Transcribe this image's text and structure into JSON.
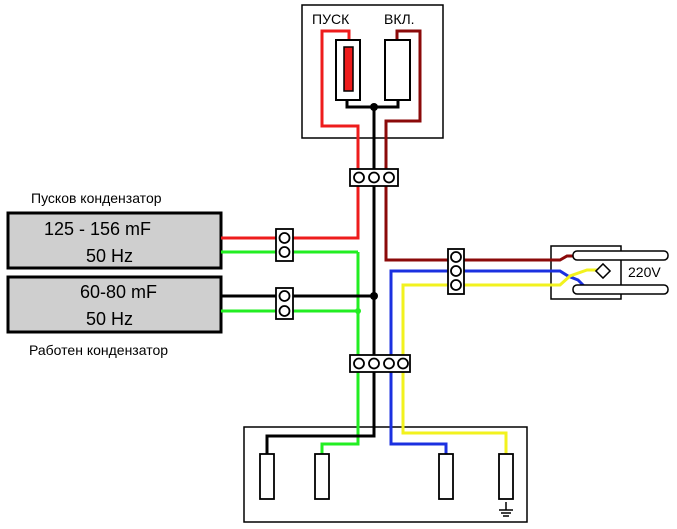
{
  "switch": {
    "start_label": "ПУСК",
    "on_label": "ВКЛ."
  },
  "capacitors": {
    "start": {
      "title": "Пусков кондензатор",
      "capacitance": "125 - 156 mF",
      "frequency": "50 Hz"
    },
    "run": {
      "title": "Работен кондензатор",
      "capacitance": "60-80 mF",
      "frequency": "50 Hz"
    }
  },
  "plug": {
    "voltage": "220V"
  },
  "wire_colors": {
    "red": "#ee1c1c",
    "dark_red": "#8b0a0a",
    "green": "#22ee22",
    "black": "#000000",
    "blue": "#1b30e0",
    "yellow": "#f2f21e"
  },
  "icons": {
    "ground": "ground-symbol-icon"
  }
}
